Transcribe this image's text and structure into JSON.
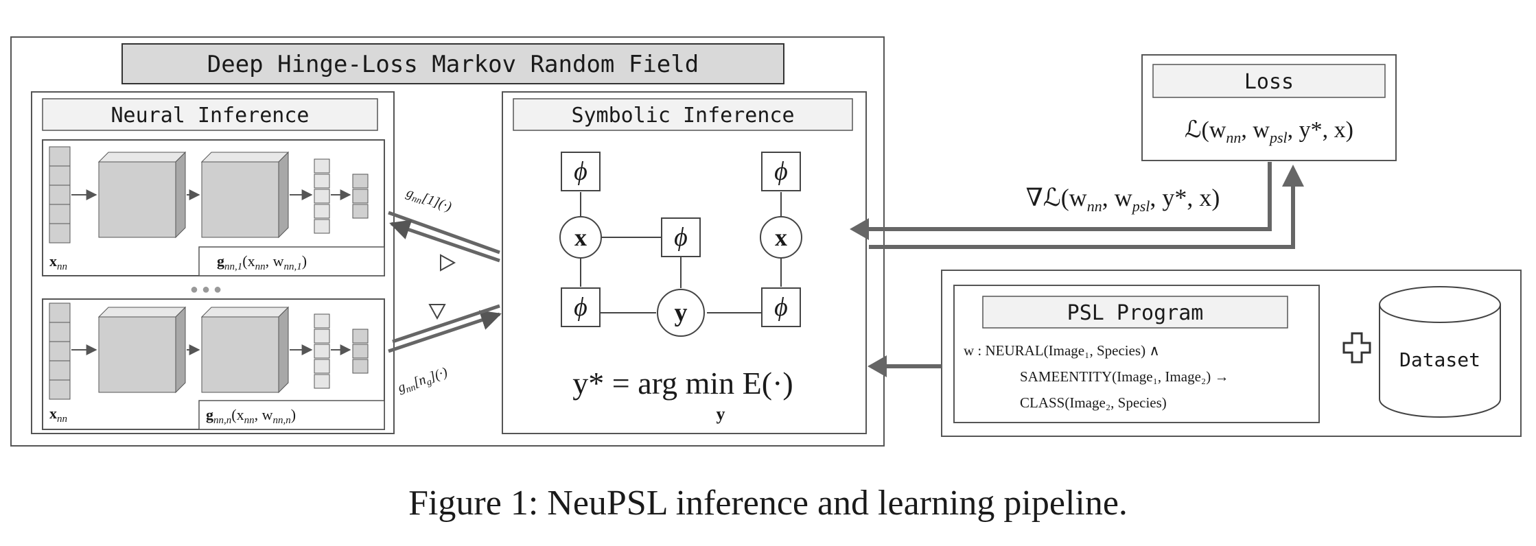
{
  "diagram": {
    "main_title": "Deep Hinge-Loss Markov Random Field",
    "neural_title": "Neural Inference",
    "symbolic_title": "Symbolic Inference",
    "loss_title": "Loss",
    "loss_formula": "ℒ(w",
    "loss_sub_nn": "nn",
    "loss_sub_psl": "psl",
    "loss_tail": ", y*, x)",
    "grad_formula": "∇ℒ(w",
    "grad_sub_nn": "nn",
    "grad_sub_psl": "psl",
    "grad_tail": ", y*, x)",
    "psl_title": "PSL Program",
    "psl_line1": "w : NEURAL(Image₁, Species) ∧",
    "psl_line2": "SAMEENTITY(Image₁, Image₂) →",
    "psl_line3": "CLASS(Image₂, Species)",
    "dataset_label": "Dataset",
    "plus_symbol": "+",
    "network1_input": "x",
    "network1_input_sub": "nn",
    "network1_fn": "g",
    "network1_fn_sub": "nn,1",
    "network1_fn_args": "(x",
    "network1_fn_args_sub1": "nn",
    "network1_fn_args_mid": ", w",
    "network1_fn_args_sub2": "nn,1",
    "network1_fn_close": ")",
    "network2_input": "x",
    "network2_input_sub": "nn",
    "network2_fn": "g",
    "network2_fn_sub": "nn,n",
    "network2_fn_args": "(x",
    "network2_fn_args_sub1": "nn",
    "network2_fn_args_mid": ", w",
    "network2_fn_args_sub2": "nn,n",
    "network2_fn_close": ")",
    "ellipsis": "● ● ●",
    "edge_label_top": "g",
    "edge_label_top_sub": "nn",
    "edge_label_top_tail": "[1](·)",
    "edge_label_bottom": "g",
    "edge_label_bottom_sub": "nn",
    "edge_label_bottom_tail": "[n",
    "edge_label_bottom_sub2": "g",
    "edge_label_bottom_close": "](·)",
    "factor_symbol": "ϕ",
    "var_x": "x",
    "var_y": "y",
    "energy_lhs": "y* = arg min E(·)",
    "energy_sub": "y",
    "caption": "Figure 1: NeuPSL inference and learning pipeline."
  }
}
